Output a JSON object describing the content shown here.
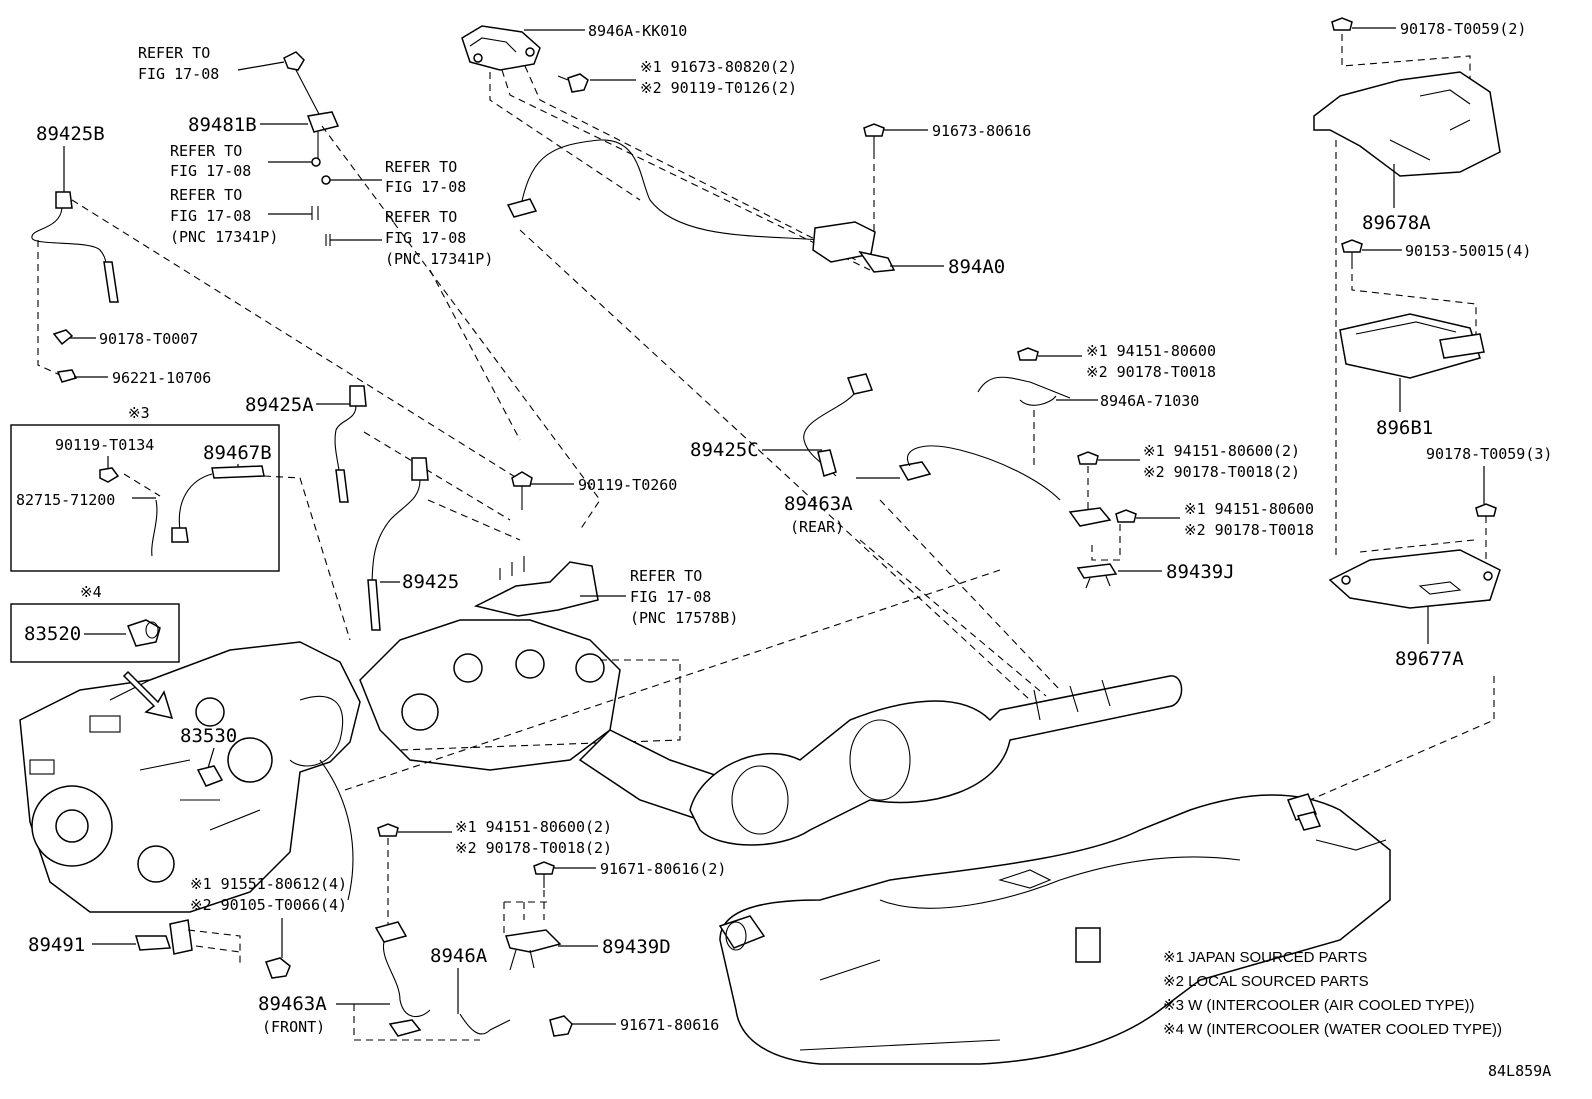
{
  "callouts": {
    "c_8946A_KK010": "8946A-KK010",
    "c_91673_80820": "※1 91673-80820(2)",
    "c_90119_T0126": "※2 90119-T0126(2)",
    "c_91673_80616": "91673-80616",
    "c_894A0": "894A0",
    "c_90178_T0059_2": "90178-T0059(2)",
    "c_89678A": "89678A",
    "c_90153_50015": "90153-50015(4)",
    "c_896B1": "896B1",
    "c_90178_T0059_3": "90178-T0059(3)",
    "c_89677A": "89677A",
    "c_89425B": "89425B",
    "c_89481B": "89481B",
    "c_90178_T0007": "90178-T0007",
    "c_96221_10706": "96221-10706",
    "c_note3_marker": "※3",
    "c_90119_T0134": "90119-T0134",
    "c_89467B": "89467B",
    "c_82715_71200": "82715-71200",
    "c_note4_marker": "※4",
    "c_83520": "83520",
    "c_89425A": "89425A",
    "c_89425": "89425",
    "c_90119_T0260": "90119-T0260",
    "c_89425C": "89425C",
    "c_89463A_rear": "89463A",
    "c_rear": "(REAR)",
    "c_94151_80600_a": "※1 94151-80600",
    "c_90178_T0018_a": "※2 90178-T0018",
    "c_8946A_71030": "8946A-71030",
    "c_94151_80600_2a": "※1 94151-80600(2)",
    "c_90178_T0018_2a": "※2 90178-T0018(2)",
    "c_94151_80600_b": "※1 94151-80600",
    "c_90178_T0018_b": "※2 90178-T0018",
    "c_89439J": "89439J",
    "c_83530": "83530",
    "c_94151_80600_2b": "※1 94151-80600(2)",
    "c_90178_T0018_2b": "※2 90178-T0018(2)",
    "c_91671_80616_2": "91671-80616(2)",
    "c_91551_80612": "※1 91551-80612(4)",
    "c_90105_T0066": "※2 90105-T0066(4)",
    "c_89491": "89491",
    "c_8946A": "8946A",
    "c_89439D": "89439D",
    "c_89463A_front": "89463A",
    "c_front": "(FRONT)",
    "c_91671_80616": "91671-80616",
    "diagram_id": "84L859A"
  },
  "references": {
    "refer_to": "REFER TO",
    "fig_17_08": "FIG 17-08",
    "pnc_17341p": "(PNC 17341P)",
    "pnc_17578b": "(PNC 17578B)"
  },
  "legend": {
    "note1": "※1 JAPAN SOURCED PARTS",
    "note2": "※2 LOCAL SOURCED PARTS",
    "note3": "※3 W (INTERCOOLER (AIR COOLED TYPE))",
    "note4": "※4 W (INTERCOOLER (WATER COOLED TYPE))"
  }
}
